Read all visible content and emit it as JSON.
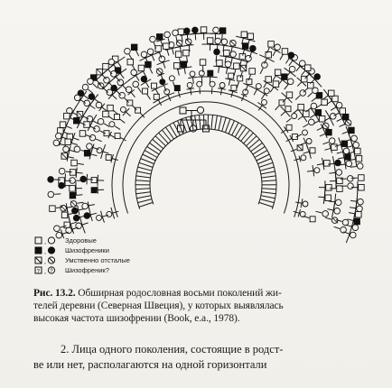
{
  "legend": {
    "items": [
      {
        "label": "Здоровые",
        "square": "open",
        "circle": "open"
      },
      {
        "label": "Шизофреники",
        "square": "filled",
        "circle": "filled"
      },
      {
        "label": "Умственно отсталые",
        "square": "hatched",
        "circle": "hatched"
      },
      {
        "label": "Шизофреник?",
        "square": "question",
        "circle": "question"
      }
    ]
  },
  "caption": {
    "fig_label": "Рис. 13.2.",
    "line1_rest": " Обширная родословная восьми поколений жи-",
    "line2": "телей деревни (Северная Швеция), у которых выявлялась",
    "line3": "высокая частота шизофрении (Book, e.a., 1978)."
  },
  "body": {
    "line1": "2. Лица одного поколения, состоящие в родст-",
    "line2": "ве или нет, располагаются на одной горизонтали"
  }
}
